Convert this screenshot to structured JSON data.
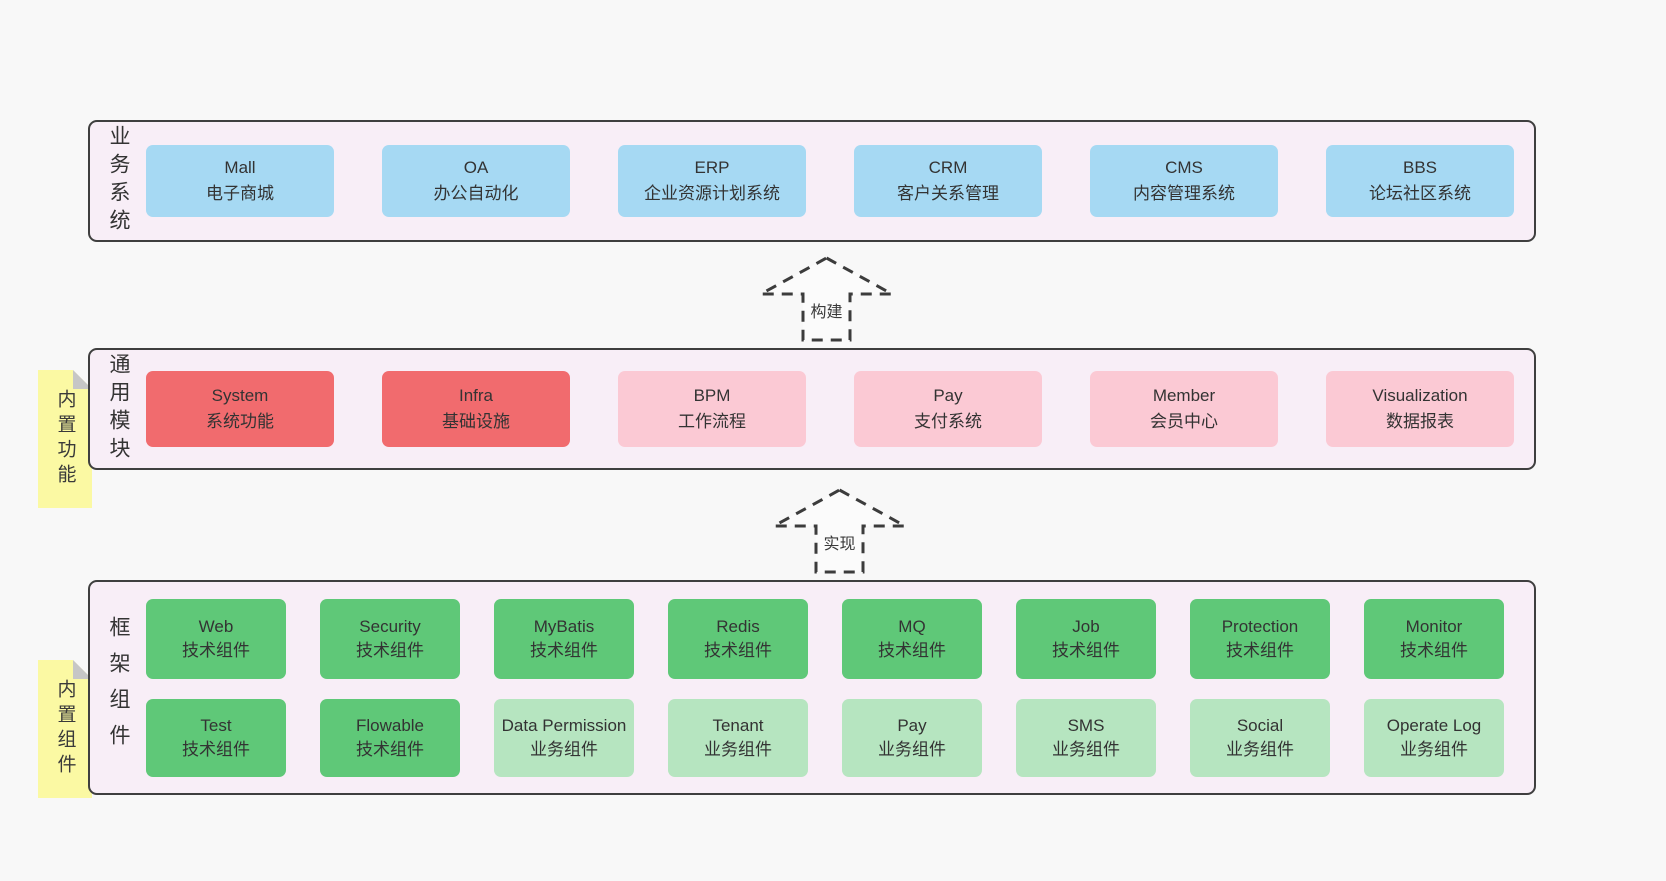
{
  "diagram": {
    "layers": {
      "business": {
        "side_label": "业务系统",
        "boxes": [
          {
            "title": "Mall",
            "subtitle": "电子商城",
            "variant": "blue"
          },
          {
            "title": "OA",
            "subtitle": "办公自动化",
            "variant": "blue"
          },
          {
            "title": "ERP",
            "subtitle": "企业资源计划系统",
            "variant": "blue"
          },
          {
            "title": "CRM",
            "subtitle": "客户关系管理",
            "variant": "blue"
          },
          {
            "title": "CMS",
            "subtitle": "内容管理系统",
            "variant": "blue"
          },
          {
            "title": "BBS",
            "subtitle": "论坛社区系统",
            "variant": "blue"
          }
        ]
      },
      "modules": {
        "side_label": "通用模块",
        "sticky_label": "内置功能",
        "boxes": [
          {
            "title": "System",
            "subtitle": "系统功能",
            "variant": "red"
          },
          {
            "title": "Infra",
            "subtitle": "基础设施",
            "variant": "red"
          },
          {
            "title": "BPM",
            "subtitle": "工作流程",
            "variant": "pink"
          },
          {
            "title": "Pay",
            "subtitle": "支付系统",
            "variant": "pink"
          },
          {
            "title": "Member",
            "subtitle": "会员中心",
            "variant": "pink"
          },
          {
            "title": "Visualization",
            "subtitle": "数据报表",
            "variant": "pink"
          }
        ]
      },
      "components": {
        "side_label": "框架组件",
        "sticky_label": "内置组件",
        "row1": [
          {
            "title": "Web",
            "subtitle": "技术组件",
            "variant": "green"
          },
          {
            "title": "Security",
            "subtitle": "技术组件",
            "variant": "green"
          },
          {
            "title": "MyBatis",
            "subtitle": "技术组件",
            "variant": "green"
          },
          {
            "title": "Redis",
            "subtitle": "技术组件",
            "variant": "green"
          },
          {
            "title": "MQ",
            "subtitle": "技术组件",
            "variant": "green"
          },
          {
            "title": "Job",
            "subtitle": "技术组件",
            "variant": "green"
          },
          {
            "title": "Protection",
            "subtitle": "技术组件",
            "variant": "green"
          },
          {
            "title": "Monitor",
            "subtitle": "技术组件",
            "variant": "green"
          }
        ],
        "row2": [
          {
            "title": "Test",
            "subtitle": "技术组件",
            "variant": "green"
          },
          {
            "title": "Flowable",
            "subtitle": "技术组件",
            "variant": "green"
          },
          {
            "title": "Data Permission",
            "subtitle": "业务组件",
            "variant": "lightgreen"
          },
          {
            "title": "Tenant",
            "subtitle": "业务组件",
            "variant": "lightgreen"
          },
          {
            "title": "Pay",
            "subtitle": "业务组件",
            "variant": "lightgreen"
          },
          {
            "title": "SMS",
            "subtitle": "业务组件",
            "variant": "lightgreen"
          },
          {
            "title": "Social",
            "subtitle": "业务组件",
            "variant": "lightgreen"
          },
          {
            "title": "Operate Log",
            "subtitle": "业务组件",
            "variant": "lightgreen"
          }
        ]
      }
    },
    "arrows": {
      "build": {
        "label": "构建"
      },
      "implement": {
        "label": "实现"
      }
    },
    "colors": {
      "page_background": "#f8f8f8",
      "layer_fill": "#f8eef7",
      "layer_border": "#3f3f3f",
      "blue_box": "#a6d9f3",
      "red_box": "#f16b6e",
      "pink_box": "#fbc9d4",
      "green_box": "#5fc878",
      "light_green_box": "#b6e5c0",
      "sticky_yellow": "#fbf9a3",
      "text": "#3a3a3a"
    }
  }
}
